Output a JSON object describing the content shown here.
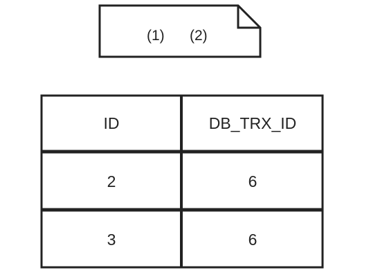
{
  "note": {
    "labels": [
      "(1)",
      "(2)"
    ]
  },
  "table": {
    "headers": [
      "ID",
      "DB_TRX_ID"
    ],
    "rows": [
      [
        "2",
        "6"
      ],
      [
        "3",
        "6"
      ]
    ]
  },
  "colors": {
    "stroke": "#222222",
    "background": "#ffffff"
  }
}
